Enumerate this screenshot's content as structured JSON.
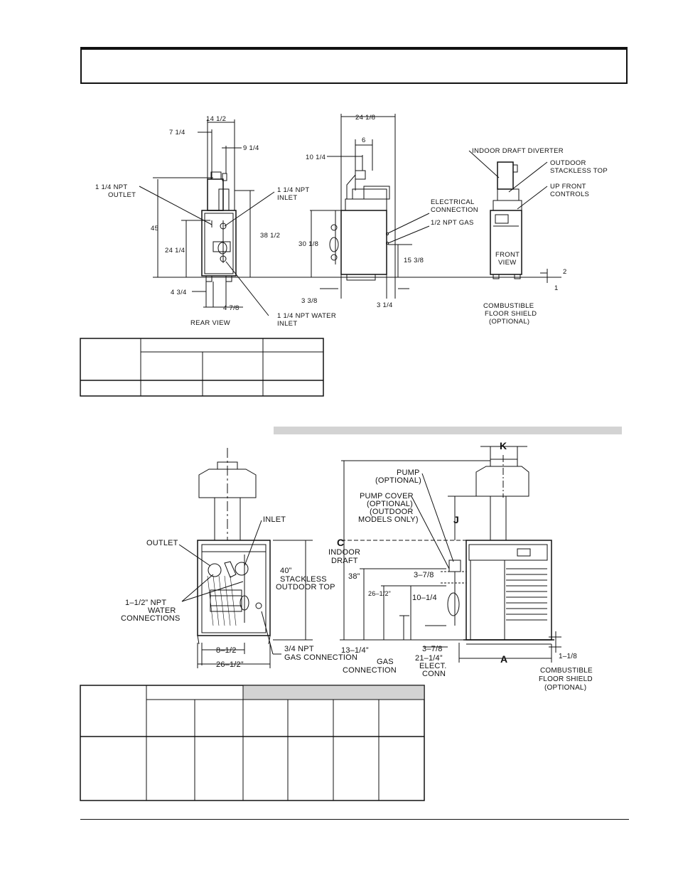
{
  "diagram1": {
    "rear_view": {
      "dims": {
        "d14": "14 1/2",
        "d7": "7 1/4",
        "d9": "9 1/4",
        "d45": "45",
        "d24": "24 1/4",
        "d38": "38 1/2",
        "d4a": "4 3/4",
        "d4b": "4 7/8"
      },
      "labels": {
        "outlet": [
          "1 1/4 NPT",
          "OUTLET"
        ],
        "inlet": [
          "1 1/4 NPT",
          "INLET"
        ],
        "water_inlet": [
          "1 1/4 NPT WATER",
          "INLET"
        ],
        "title": "REAR VIEW"
      }
    },
    "side_view": {
      "dims": {
        "d24": "24 1/8",
        "d6": "6",
        "d10": "10 1/4",
        "d30": "30 1/8",
        "d15": "15 3/8",
        "d3a": "3 3/8",
        "d3b": "3 1/4"
      },
      "labels": {
        "elec": [
          "ELECTRICAL",
          "CONNECTION"
        ],
        "gas": "1/2 NPT GAS"
      }
    },
    "front_view": {
      "labels": {
        "indoor": "INDOOR DRAFT DIVERTER",
        "outdoor": [
          "OUTDOOR",
          "STACKLESS TOP"
        ],
        "upfront": [
          "UP FRONT",
          "CONTROLS"
        ],
        "front": [
          "FRONT",
          "VIEW"
        ],
        "shield": [
          "COMBUSTIBLE",
          "FLOOR SHIELD",
          "(OPTIONAL)"
        ],
        "d2": "2",
        "d1": "1"
      }
    }
  },
  "diagram2": {
    "left": {
      "inlet": "INLET",
      "outlet": "OUTLET",
      "npt_water": [
        "1–1/2” NPT",
        "WATER",
        "CONNECTIONS"
      ],
      "stackless": [
        "40”",
        "STACKLESS",
        "OUTDOOR TOP"
      ],
      "gas": [
        "3/4 NPT",
        "GAS CONNECTION"
      ],
      "d8": "8–1/2",
      "d26": "26–1/2”"
    },
    "right": {
      "K": "K",
      "J": "J",
      "A": "A",
      "C": "C",
      "indoor": [
        "INDOOR",
        "DRAFT"
      ],
      "pump": [
        "PUMP",
        "(OPTIONAL)"
      ],
      "pump_cover": [
        "PUMP COVER",
        "(OPTIONAL)",
        "(OUTDOOR",
        "MODELS ONLY)"
      ],
      "d38": "38”",
      "d26": "26–1/2”",
      "d3a": "3–7/8",
      "d10": "10–1/4",
      "d13": "13–1/4”",
      "gas_conn": [
        "GAS",
        "CONNECTION"
      ],
      "d3b": "3–7/8",
      "d21": "21–1/4”",
      "elect": [
        "ELECT.",
        "CONN"
      ],
      "d1": "1–1/8",
      "shield": [
        "COMBUSTIBLE",
        "FLOOR SHIELD",
        "(OPTIONAL)"
      ]
    }
  }
}
